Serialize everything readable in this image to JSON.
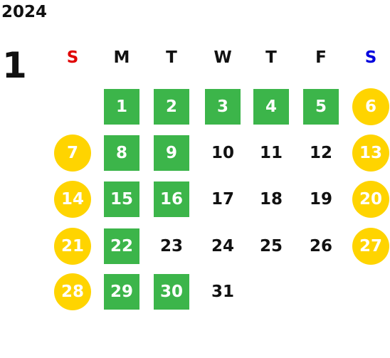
{
  "calendar": {
    "year": "2024",
    "month": "1",
    "weekdays": [
      {
        "label": "S",
        "color": "#e00000"
      },
      {
        "label": "M",
        "color": "#111111"
      },
      {
        "label": "T",
        "color": "#111111"
      },
      {
        "label": "W",
        "color": "#111111"
      },
      {
        "label": "T",
        "color": "#111111"
      },
      {
        "label": "F",
        "color": "#111111"
      },
      {
        "label": "S",
        "color": "#0000dd"
      }
    ],
    "colors": {
      "workday": "#3cb54a",
      "holiday": "#ffd400"
    },
    "weeks": [
      [
        null,
        {
          "day": "1",
          "type": "workday"
        },
        {
          "day": "2",
          "type": "workday"
        },
        {
          "day": "3",
          "type": "workday"
        },
        {
          "day": "4",
          "type": "workday"
        },
        {
          "day": "5",
          "type": "workday"
        },
        {
          "day": "6",
          "type": "holiday"
        }
      ],
      [
        {
          "day": "7",
          "type": "holiday"
        },
        {
          "day": "8",
          "type": "workday"
        },
        {
          "day": "9",
          "type": "workday"
        },
        {
          "day": "10",
          "type": "plain"
        },
        {
          "day": "11",
          "type": "plain"
        },
        {
          "day": "12",
          "type": "plain"
        },
        {
          "day": "13",
          "type": "holiday"
        }
      ],
      [
        {
          "day": "14",
          "type": "holiday"
        },
        {
          "day": "15",
          "type": "workday"
        },
        {
          "day": "16",
          "type": "workday"
        },
        {
          "day": "17",
          "type": "plain"
        },
        {
          "day": "18",
          "type": "plain"
        },
        {
          "day": "19",
          "type": "plain"
        },
        {
          "day": "20",
          "type": "holiday"
        }
      ],
      [
        {
          "day": "21",
          "type": "holiday"
        },
        {
          "day": "22",
          "type": "workday"
        },
        {
          "day": "23",
          "type": "plain"
        },
        {
          "day": "24",
          "type": "plain"
        },
        {
          "day": "25",
          "type": "plain"
        },
        {
          "day": "26",
          "type": "plain"
        },
        {
          "day": "27",
          "type": "holiday"
        }
      ],
      [
        {
          "day": "28",
          "type": "holiday"
        },
        {
          "day": "29",
          "type": "workday"
        },
        {
          "day": "30",
          "type": "workday"
        },
        {
          "day": "31",
          "type": "plain"
        },
        null,
        null,
        null
      ]
    ]
  }
}
